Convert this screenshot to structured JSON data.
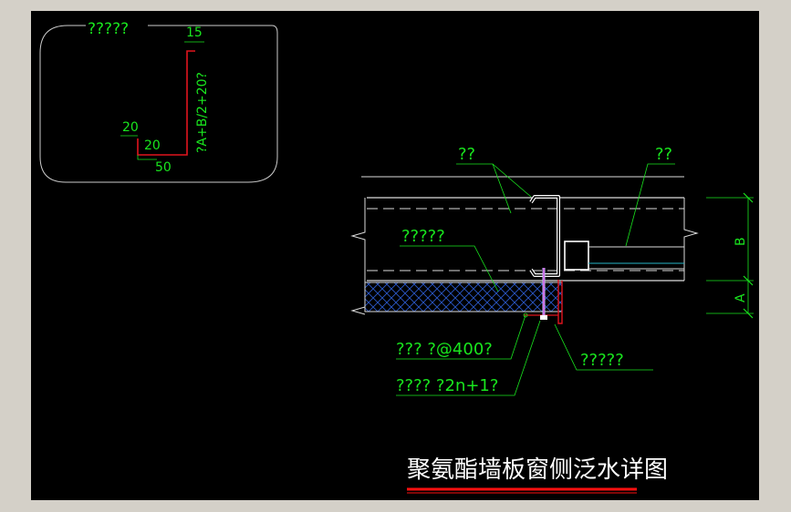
{
  "title": "聚氨酯墙板窗侧泛水详图",
  "colors": {
    "background": "#000000",
    "frame": "#d4d0c8",
    "annotation": "#19e61e",
    "flashing": "#e0141e",
    "panel": "#dcdcdc",
    "insulation": "#2a58c8",
    "purlin": "#ffffff",
    "title_text": "#ffffff",
    "title_underline": "#ff1010"
  },
  "detail": {
    "label": "?????",
    "dims": {
      "top": "15",
      "vertical": "?A+B/2+20?",
      "left": "20",
      "bottom_inner": "20",
      "bottom": "50"
    }
  },
  "section": {
    "label_left_top": "??",
    "label_right_top": "??",
    "label_insulation": "?????",
    "label_fastener": "?????",
    "label_rivet": "??? ?@400?",
    "label_screw": "???? ?2n+1?",
    "dim_a": "A",
    "dim_b": "B"
  }
}
